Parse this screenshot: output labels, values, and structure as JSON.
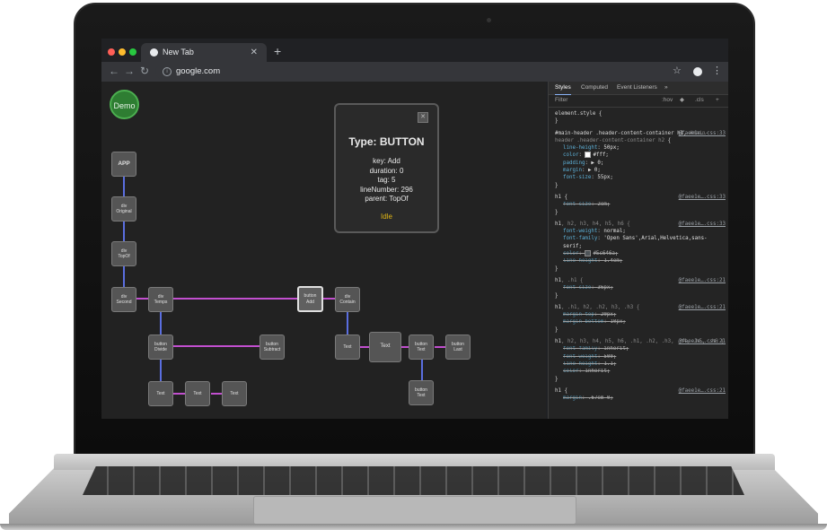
{
  "browser": {
    "tab_title": "New Tab",
    "tab_close": "✕",
    "new_tab": "+",
    "url": "google.com",
    "window_controls": {
      "close_color": "#ff5f57",
      "minimize_color": "#febc2e",
      "maximize_color": "#28c840"
    },
    "icons": {
      "back": "arrow-left",
      "forward": "arrow-right",
      "reload": "reload",
      "info": "info-circle",
      "bookmark": "star",
      "account": "account-circle",
      "menu": "kebab-menu"
    }
  },
  "app": {
    "demo_button": "Demo",
    "nodes": {
      "app": "APP",
      "div_original": [
        "div",
        "Original"
      ],
      "div_topof": [
        "div",
        "TopOf"
      ],
      "div_second": [
        "div",
        "Second"
      ],
      "div_temps": [
        "div",
        "Temps"
      ],
      "button_add": [
        "button",
        "Add"
      ],
      "div_contain": [
        "div",
        "Contain"
      ],
      "button_divide": [
        "button",
        "Divide"
      ],
      "button_subtract": [
        "button",
        "Subtract"
      ],
      "text_1": "Text",
      "text_2": "Text",
      "button_text_1": [
        "button",
        "Text"
      ],
      "button_last": [
        "button",
        "Last"
      ],
      "text_3": "Text",
      "text_4": "Text",
      "text_5": "Text",
      "button_text_2": [
        "button",
        "Text"
      ]
    },
    "popup": {
      "close": "✕",
      "title": "Type: BUTTON",
      "key": "key: Add",
      "duration": "duration: 0",
      "tag": "tag: 5",
      "line_number": "lineNumber: 296",
      "parent": "parent: TopOf",
      "status": "Idle"
    },
    "colors": {
      "tree_edge": "#5a6ee0",
      "sibling_edge": "#c24fcf",
      "status": "#e2b714",
      "demo": "#2e7d32"
    }
  },
  "devtools": {
    "tabs": [
      "Styles",
      "Computed",
      "Event Listeners",
      "»"
    ],
    "filter_placeholder": "Filter",
    "hov": ":hov",
    "cls": ".cls",
    "add": "+",
    "rules": {
      "element_style": "element.style {",
      "r1_selector": "#main-header .header-content-container h1,",
      "r1_selector_dim": "#main-header .header-content-container h2",
      "r1_open": " {",
      "r1_src": "@faee1e….css:33",
      "r1_p1n": "line-height",
      "r1_p1v": "50px;",
      "r1_p2n": "color",
      "r1_p2v": "#fff;",
      "r1_p3n": "padding",
      "r1_p3v": "▶ 0;",
      "r1_p4n": "margin",
      "r1_p4v": "▶ 0;",
      "r1_p5n": "font-size",
      "r1_p5v": "55px;",
      "r2_selector": "h1 {",
      "r2_src": "@faee1e….css:33",
      "r2_p1n": "font-size",
      "r2_p1v": "2em;",
      "r3_selector": "h1",
      "r3_selector_dim": ", h2, h3, h4, h5, h6 {",
      "r3_src": "@faee1e….css:33",
      "r3_p1n": "font-weight",
      "r3_p1v": "normal;",
      "r3_p2n": "font-family",
      "r3_p2v": "'Open Sans',Arial,Helvetica,sans-serif;",
      "r3_p3n": "color",
      "r3_p3v": "#5c646a;",
      "r3_p4n": "line-height",
      "r3_p4v": "1.4em;",
      "r4_selector": "h1",
      "r4_selector_dim": ", .h1 {",
      "r4_src": "@faee1e….css:21",
      "r4_p1n": "font-size",
      "r4_p1v": "36px;",
      "r5_selector": "h1",
      "r5_selector_dim": ", .h1, h2, .h2, h3, .h3 {",
      "r5_src": "@faee1e….css:21",
      "r5_p1n": "margin-top",
      "r5_p1v": "20px;",
      "r5_p2n": "margin-bottom",
      "r5_p2v": "10px;",
      "r6_selector": "h1",
      "r6_selector_dim": ", h2, h3, h4, h5, h6, .h1, .h2, .h3, .h4, .h5, .h6 {",
      "r6_src": "@faee1e….css:21",
      "r6_p1n": "font-family",
      "r6_p1v": "inherit;",
      "r6_p2n": "font-weight",
      "r6_p2v": "500;",
      "r6_p3n": "line-height",
      "r6_p3v": "1.1;",
      "r6_p4n": "color",
      "r6_p4v": "inherit;",
      "r7_selector": "h1 {",
      "r7_src": "@faee1e….css:21",
      "r7_p1n": "margin",
      "r7_p1v": ".67em 0;",
      "close_brace": "}"
    },
    "colors": {
      "property": "#5db0d7",
      "swatch_white": "#ffffff",
      "swatch_grey": "#5c646a"
    }
  }
}
